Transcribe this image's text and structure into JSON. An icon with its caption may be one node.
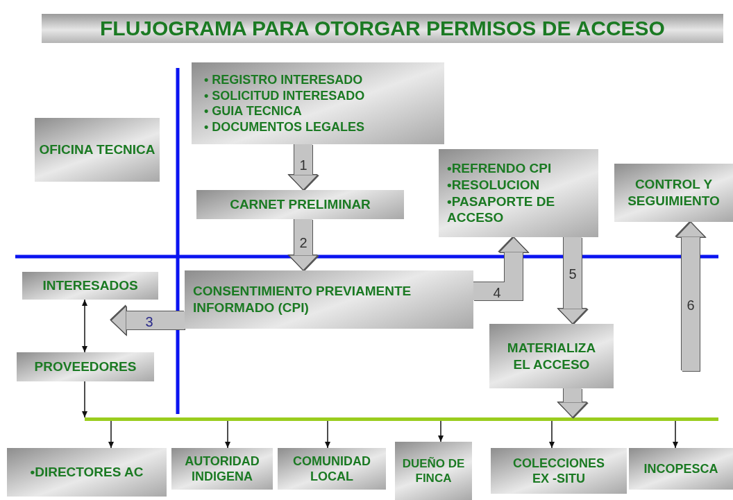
{
  "diagram": {
    "title": "FLUJOGRAMA PARA OTORGAR PERMISOS DE ACCESO",
    "nodes": [
      {
        "text": [
          "• REGISTRO INTERESADO",
          "• SOLICITUD INTERESADO",
          "• GUIA TECNICA",
          "• DOCUMENTOS LEGALES"
        ]
      },
      {
        "text": [
          "OFICINA TECNICA"
        ]
      },
      {
        "text": [
          "CARNET PRELIMINAR"
        ]
      },
      {
        "text": [
          "•REFRENDO CPI",
          "•RESOLUCION",
          "•PASAPORTE DE ACCESO"
        ]
      },
      {
        "text": [
          "CONTROL Y SEGUIMIENTO"
        ]
      },
      {
        "text": [
          "INTERESADOS"
        ]
      },
      {
        "text": [
          "CONSENTIMIENTO PREVIAMENTE INFORMADO (CPI)"
        ]
      },
      {
        "text": [
          "PROVEEDORES"
        ]
      },
      {
        "text": [
          "MATERIALIZA EL ACCESO"
        ]
      },
      {
        "text": [],
        "shape": "bar"
      },
      {
        "text": [
          "•DIRECTORES AC"
        ]
      },
      {
        "text": [
          "AUTORIDAD INDIGENA"
        ]
      },
      {
        "text": [
          "COMUNIDAD LOCAL"
        ]
      },
      {
        "text": [
          "DUEÑO DE FINCA"
        ]
      },
      {
        "text": [
          "COLECCIONES EX -SITU"
        ]
      },
      {
        "text": [
          "INCOPESCA"
        ]
      }
    ],
    "edges": [
      {
        "from": 0,
        "to": 2,
        "arrow": "to",
        "label": "1",
        "style": "thick",
        "color": "#c4c4c4"
      },
      {
        "from": 2,
        "to": 6,
        "arrow": "to",
        "label": "2",
        "style": "thick",
        "color": "#c4c4c4"
      },
      {
        "from": 6,
        "to": 5,
        "arrow": "to",
        "label": "3",
        "style": "thick",
        "color": "#c4c4c4"
      },
      {
        "from": 6,
        "to": 3,
        "arrow": "to",
        "label": "4",
        "style": "thick",
        "color": "#c4c4c4"
      },
      {
        "from": 3,
        "to": 8,
        "arrow": "to",
        "label": "5",
        "style": "thick",
        "color": "#c4c4c4"
      },
      {
        "from": 8,
        "to": 9,
        "arrow": "to",
        "style": "thick",
        "color": "#c4c4c4"
      },
      {
        "from": null,
        "to": 4,
        "arrow": "to",
        "label": "6",
        "style": "thick",
        "color": "#c4c4c4"
      },
      {
        "from": 5,
        "to": 7,
        "arrow": "both"
      },
      {
        "from": 7,
        "to": 9,
        "arrow": "to"
      },
      {
        "from": 9,
        "to": 10,
        "arrow": "to"
      },
      {
        "from": 9,
        "to": 11,
        "arrow": "to"
      },
      {
        "from": 9,
        "to": 12,
        "arrow": "to"
      },
      {
        "from": 9,
        "to": 13,
        "arrow": "to"
      },
      {
        "from": 9,
        "to": 14,
        "arrow": "to"
      },
      {
        "from": 9,
        "to": 15,
        "arrow": "to"
      }
    ]
  }
}
